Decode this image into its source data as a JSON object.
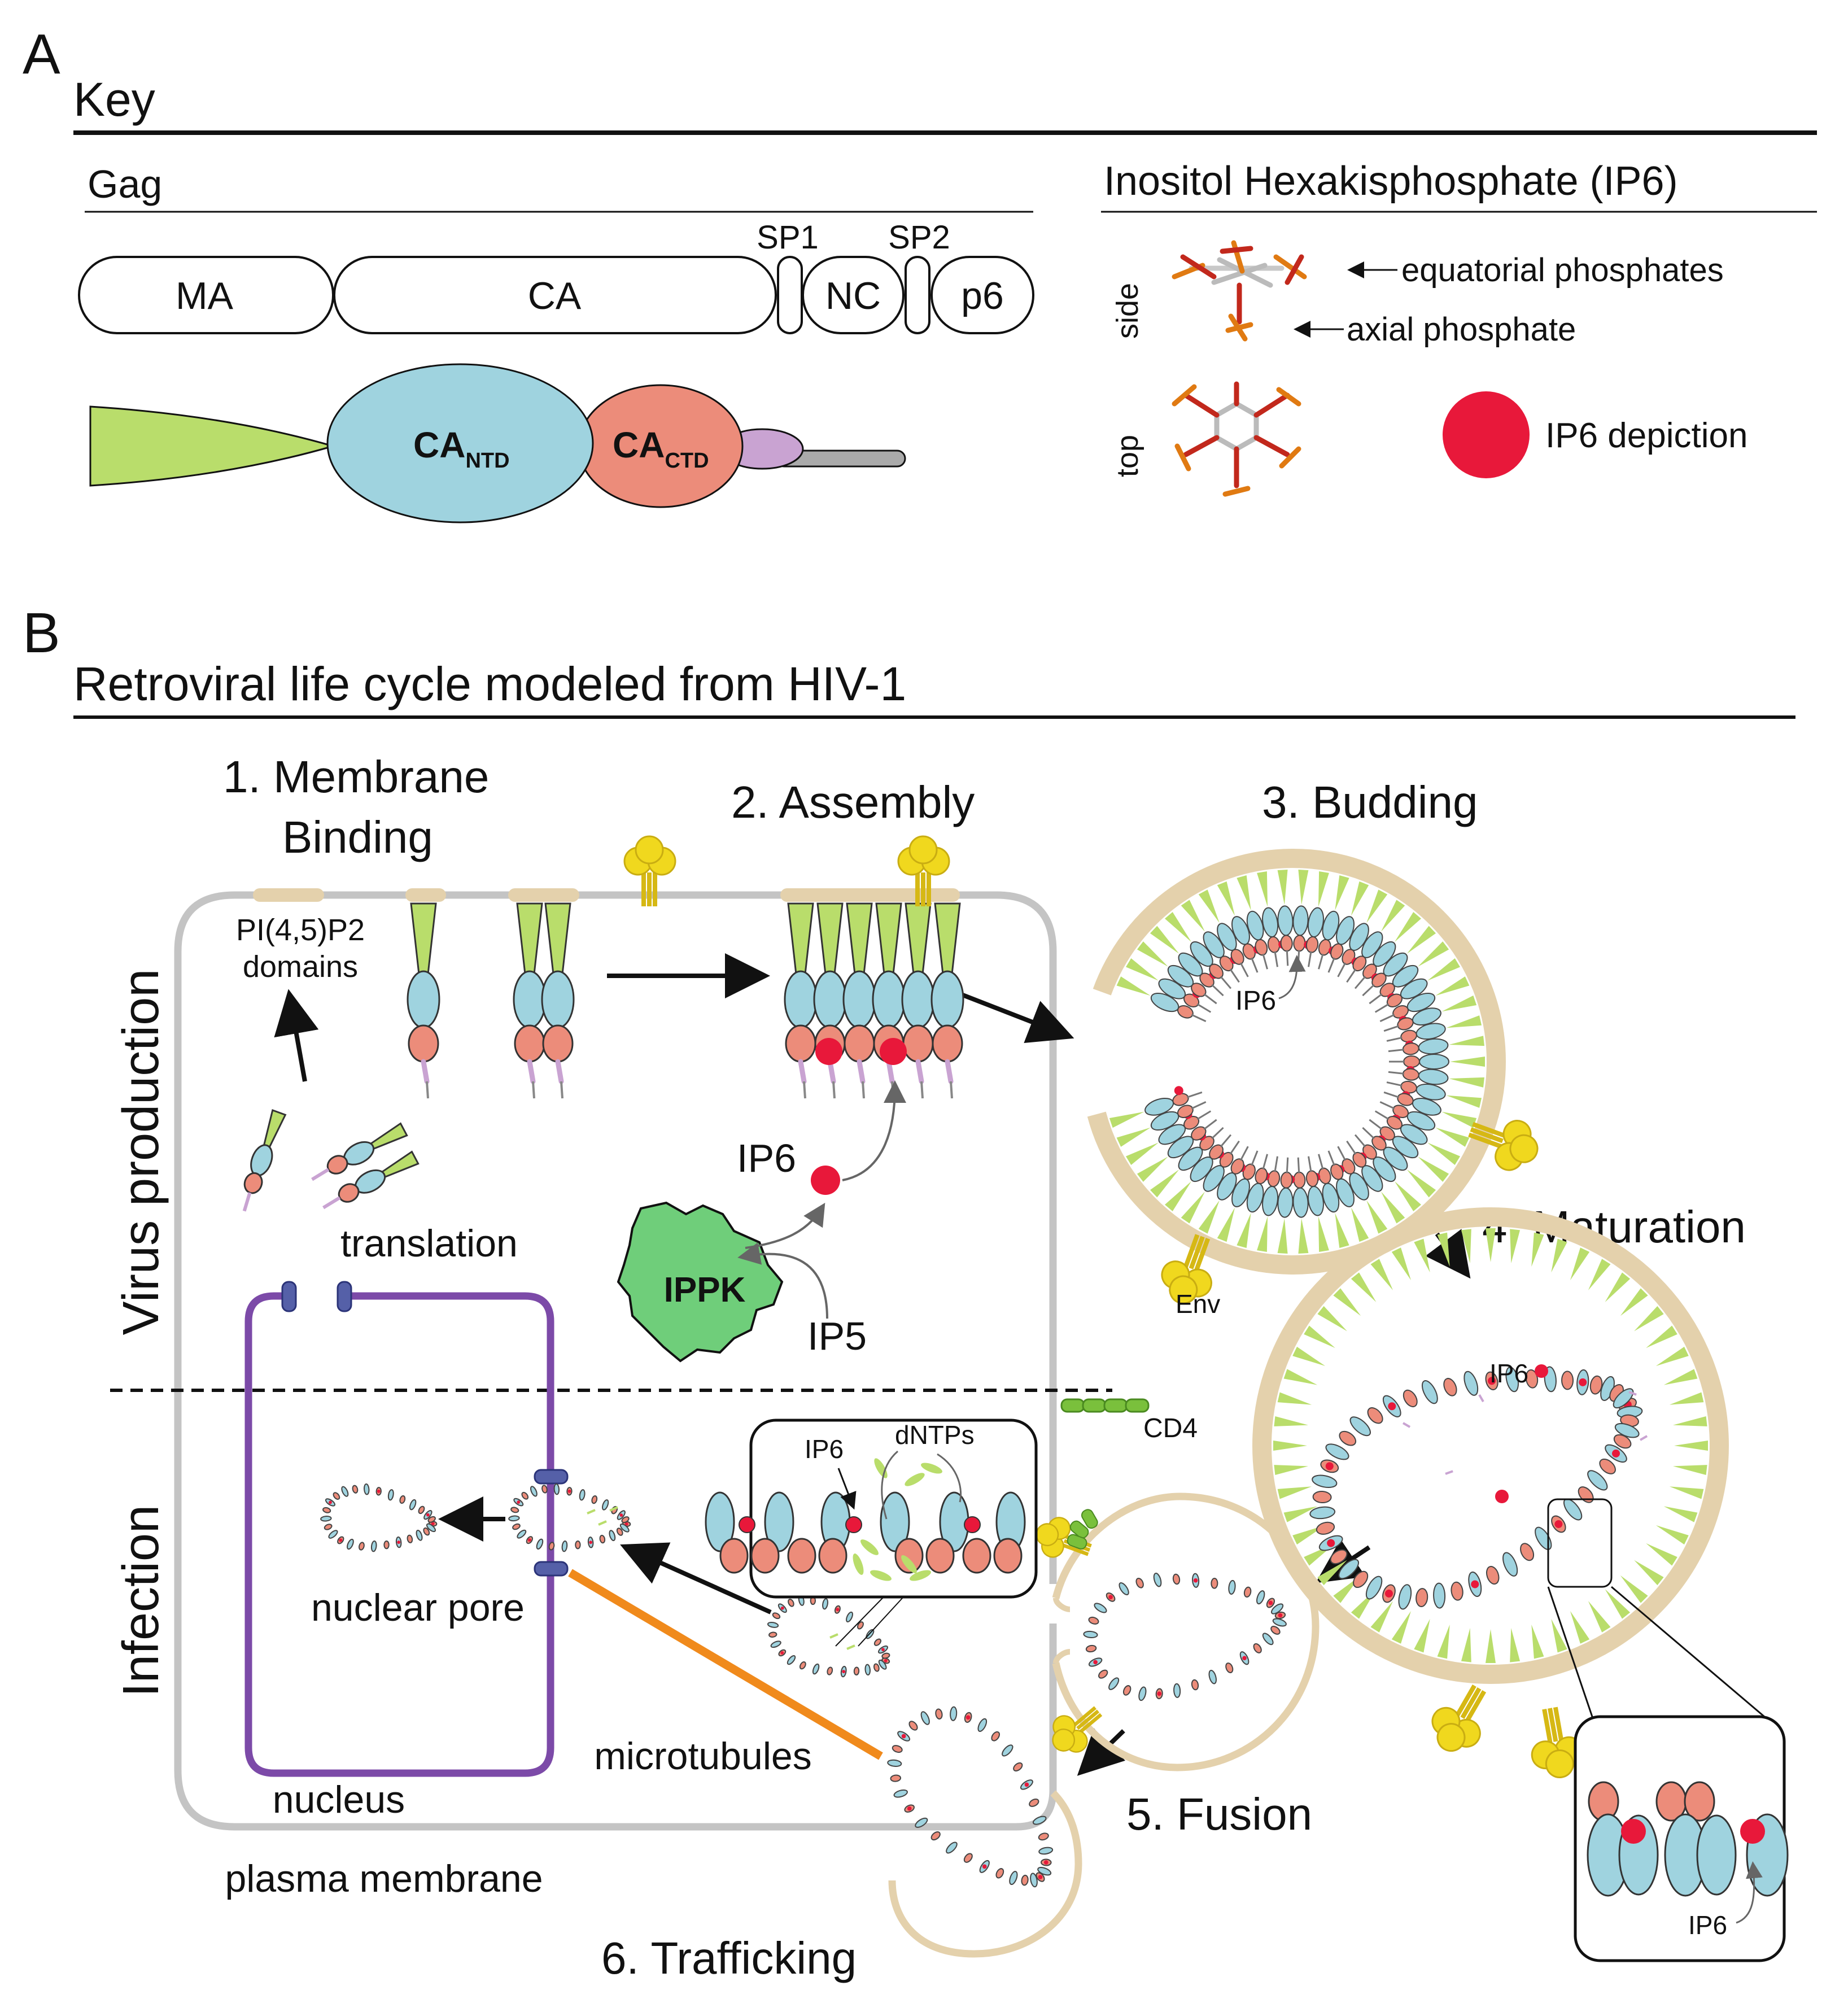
{
  "panel_a": {
    "letter": "A",
    "title": "Key",
    "gag": {
      "title": "Gag",
      "domains": [
        "MA",
        "CA",
        "SP1",
        "NC",
        "SP2",
        "p6"
      ],
      "ca_ntd": "CA",
      "ca_ntd_sub": "NTD",
      "ca_ctd": "CA",
      "ca_ctd_sub": "CTD"
    },
    "ip6": {
      "title": "Inositol Hexakisphosphate (IP6)",
      "view_side": "side",
      "view_top": "top",
      "equatorial": "equatorial phosphates",
      "axial": "axial phosphate",
      "depiction": "IP6 depiction"
    }
  },
  "panel_b": {
    "letter": "B",
    "title": "Retroviral life cycle modeled from HIV-1",
    "section_production": "Virus production",
    "section_infection": "Infection",
    "steps": {
      "s1a": "1. Membrane",
      "s1b": "Binding",
      "s2": "2. Assembly",
      "s3": "3. Budding",
      "s4": "4. Maturation",
      "s5": "5. Fusion",
      "s6": "6. Trafficking"
    },
    "labels": {
      "pip2a": "PI(4,5)P2",
      "pip2b": "domains",
      "translation": "translation",
      "ip6": "IP6",
      "ip5": "IP5",
      "ippk": "IPPK",
      "env": "Env",
      "cd4": "CD4",
      "dntps": "dNTPs",
      "nuclear_pore": "nuclear pore",
      "microtubules": "microtubules",
      "nucleus": "nucleus",
      "plasma_membrane": "plasma membrane"
    }
  },
  "colors": {
    "ma": "#b9dd6b",
    "ca_ntd": "#9fd3df",
    "ca_ctd": "#ec8c7a",
    "sp1": "#c9a3d2",
    "p6": "#aaaaaa",
    "ip6": "#e8183a",
    "membrane": "#e4d1ac",
    "cell": "#c4c4c4",
    "nucleus": "#7c4aa8",
    "microtubule": "#f08a1c",
    "env": "#f0d81e",
    "ippk": "#6fce7a",
    "cd4": "#7ac03c",
    "pore": "#5560a8"
  }
}
